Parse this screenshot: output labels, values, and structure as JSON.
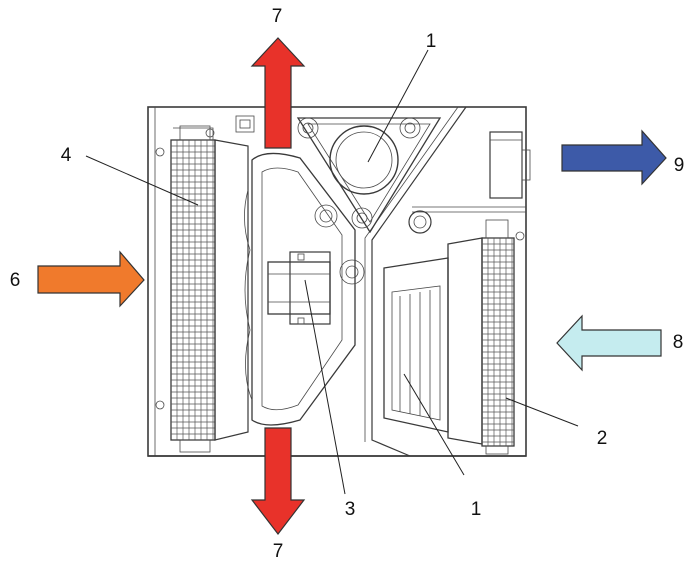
{
  "labels": {
    "compressor_top": "1",
    "compressor_bottom": "1",
    "evaporator_coil": "2",
    "fan_motor": "3",
    "condenser_coil": "4",
    "air_in_left": "6",
    "air_out_top": "7",
    "air_out_bottom": "7",
    "air_in_right": "8",
    "air_out_right": "9"
  },
  "colors": {
    "exhaust_red": "#e8322a",
    "intake_orange": "#f07a2c",
    "outlet_blue": "#3d5aa8",
    "intake_lightblue": "#c5ecef",
    "line": "#3a3a3a"
  }
}
